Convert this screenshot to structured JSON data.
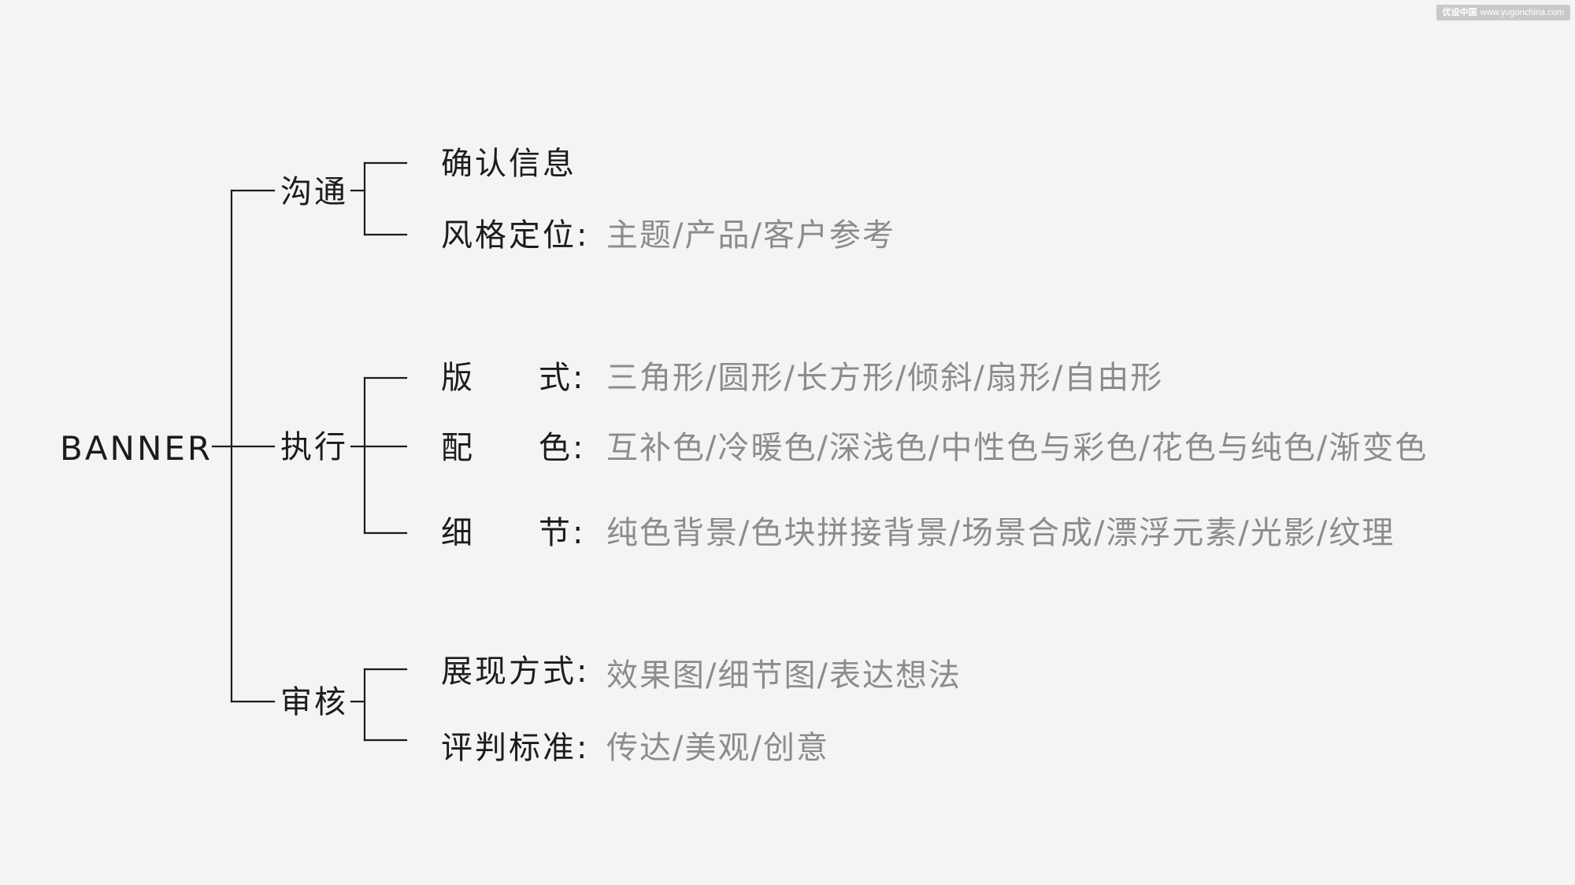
{
  "root": {
    "label": "BANNER"
  },
  "branches": [
    {
      "label": "沟通",
      "items": [
        {
          "label": "确认信息",
          "value": ""
        },
        {
          "label": "风格定位:",
          "value": "主题/产品/客户参考"
        }
      ]
    },
    {
      "label": "执行",
      "items": [
        {
          "label_a": "版",
          "label_b": "式:",
          "value": "三角形/圆形/长方形/倾斜/扇形/自由形"
        },
        {
          "label_a": "配",
          "label_b": "色:",
          "value": "互补色/冷暖色/深浅色/中性色与彩色/花色与纯色/渐变色"
        },
        {
          "label_a": "细",
          "label_b": "节:",
          "value": "纯色背景/色块拼接背景/场景合成/漂浮元素/光影/纹理"
        }
      ]
    },
    {
      "label": "审核",
      "items": [
        {
          "label": "展现方式:",
          "value": "效果图/细节图/表达想法"
        },
        {
          "label": "评判标准:",
          "value": "传达/美观/创意"
        }
      ]
    }
  ],
  "watermark": {
    "brand": "优设中国",
    "url": "www.yugonchina.com"
  },
  "colors": {
    "background": "#f4f4f4",
    "primary_text": "#1c1c1c",
    "secondary_text": "#8c8c8c",
    "lines": "#1c1c1c"
  }
}
